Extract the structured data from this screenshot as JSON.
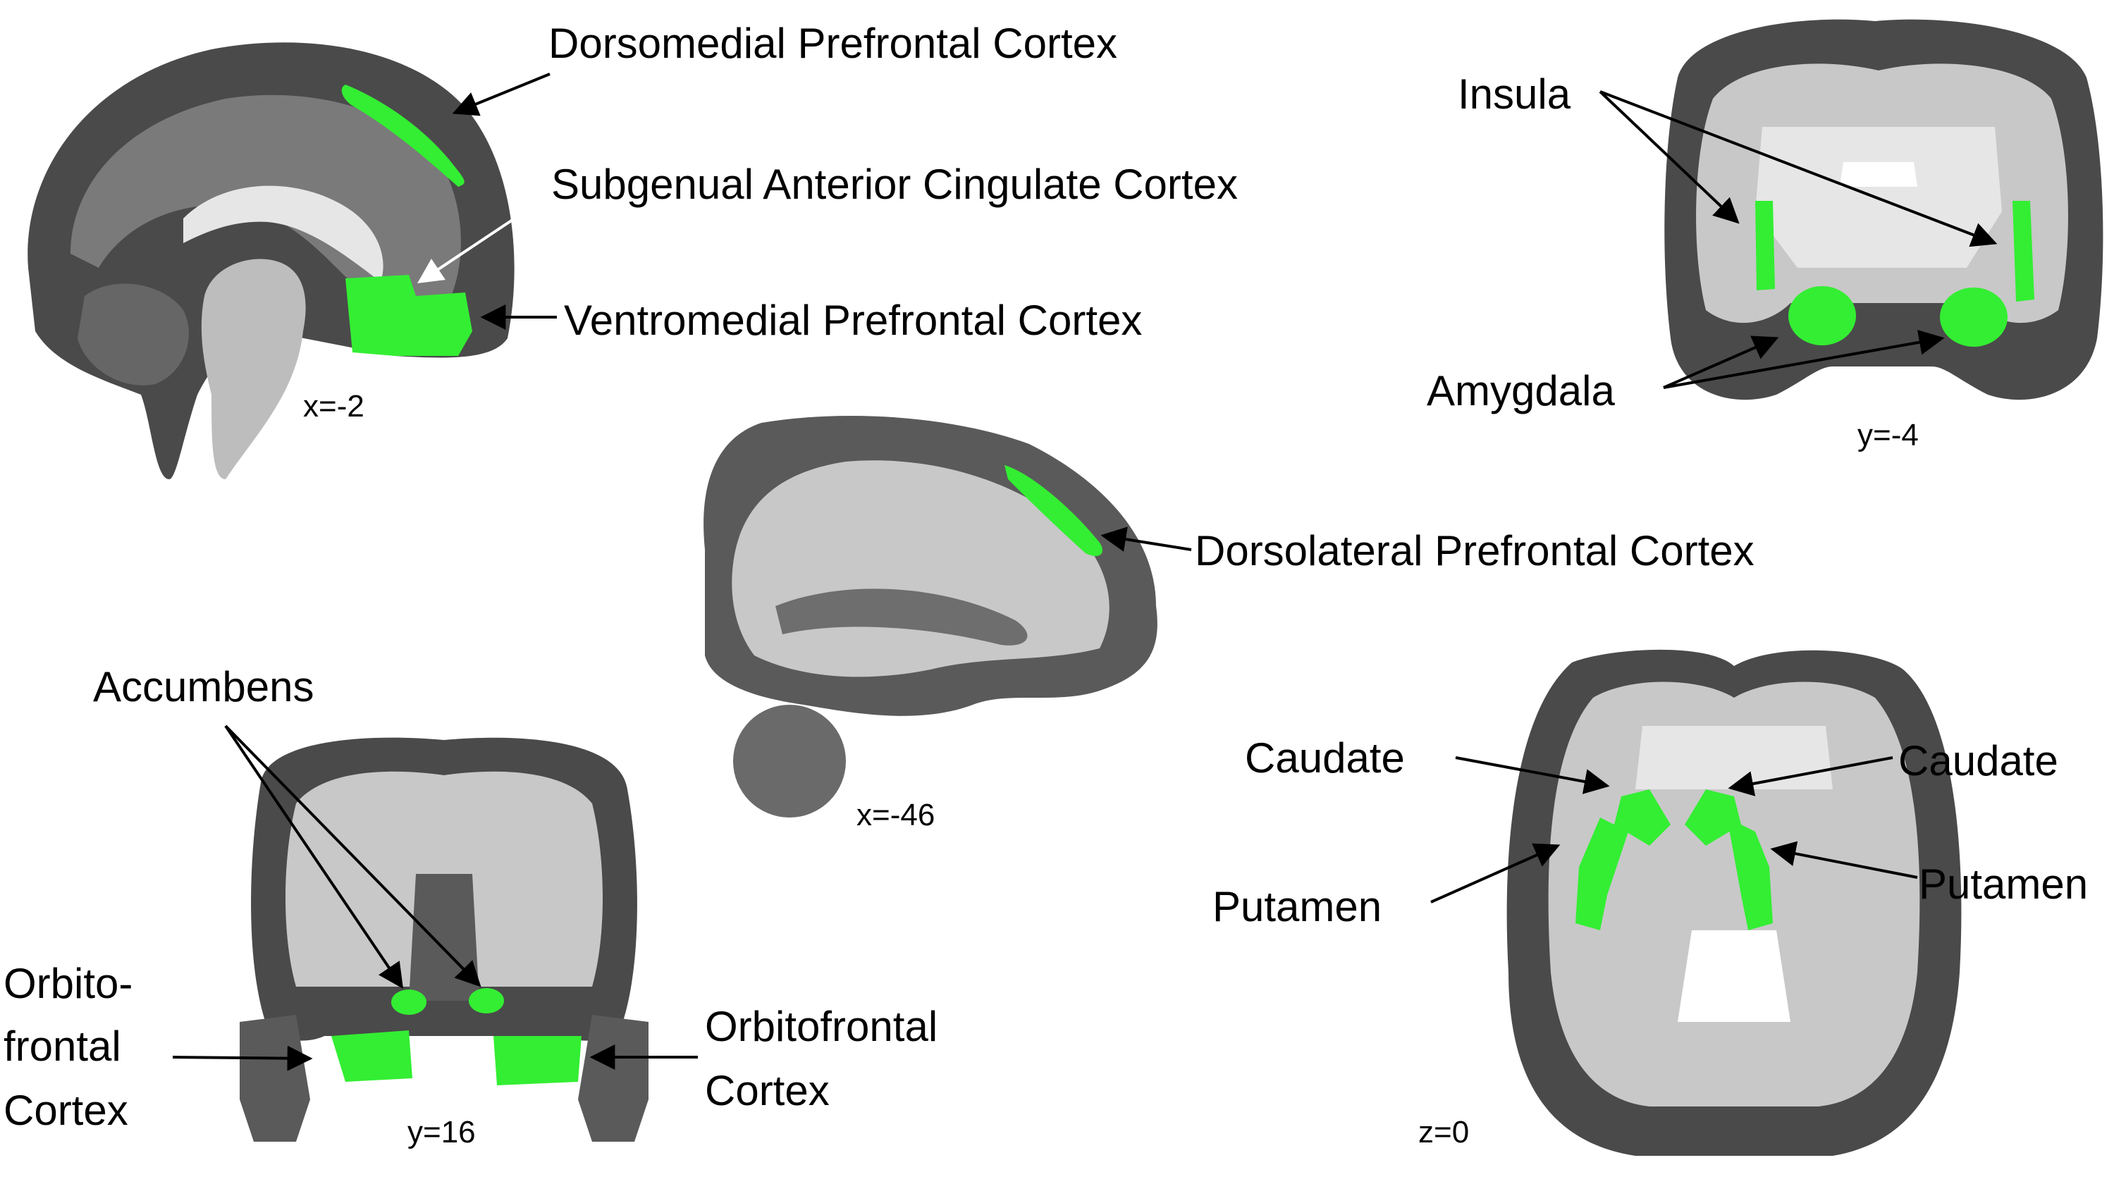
{
  "colors": {
    "roi": "#33ee33",
    "tissue_dark": "#4a4a4a",
    "tissue_light": "#bdbdbd",
    "white_matter": "#e6e6e6",
    "ink": "#000000"
  },
  "slices": {
    "sagittal_medial": {
      "coord": "x=-2"
    },
    "coronal_posterior": {
      "coord": "y=-4"
    },
    "sagittal_lateral": {
      "coord": "x=-46"
    },
    "coronal_anterior": {
      "coord": "y=16"
    },
    "axial": {
      "coord": "z=0"
    }
  },
  "labels": {
    "dmpfc": "Dorsomedial Prefrontal Cortex",
    "sgacc": "Subgenual Anterior Cingulate Cortex",
    "vmpfc": "Ventromedial Prefrontal Cortex",
    "insula": "Insula",
    "amygdala": "Amygdala",
    "dlpfc": "Dorsolateral Prefrontal Cortex",
    "accumbens": "Accumbens",
    "ofc_left": [
      "Orbito-",
      "frontal",
      "Cortex"
    ],
    "ofc_right": [
      "Orbitofrontal",
      "Cortex"
    ],
    "caudate_left": "Caudate",
    "caudate_right": "Caudate",
    "putamen_left": "Putamen",
    "putamen_right": "Putamen"
  }
}
